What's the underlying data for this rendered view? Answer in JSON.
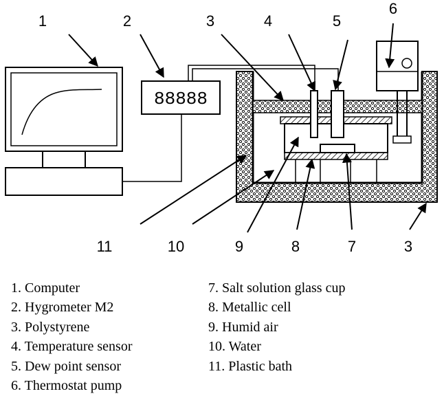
{
  "display_value": "88888",
  "callouts": [
    "1",
    "2",
    "3",
    "4",
    "5",
    "6",
    "11",
    "10",
    "9",
    "8",
    "7",
    "3"
  ],
  "legend_left": [
    "1. Computer",
    "2. Hygrometer M2",
    "3. Polystyrene",
    "4. Temperature sensor",
    "5. Dew point sensor",
    "6. Thermostat pump"
  ],
  "legend_right": [
    "7. Salt solution glass cup",
    "8. Metallic cell",
    "9. Humid air",
    "10. Water",
    "11. Plastic bath"
  ]
}
